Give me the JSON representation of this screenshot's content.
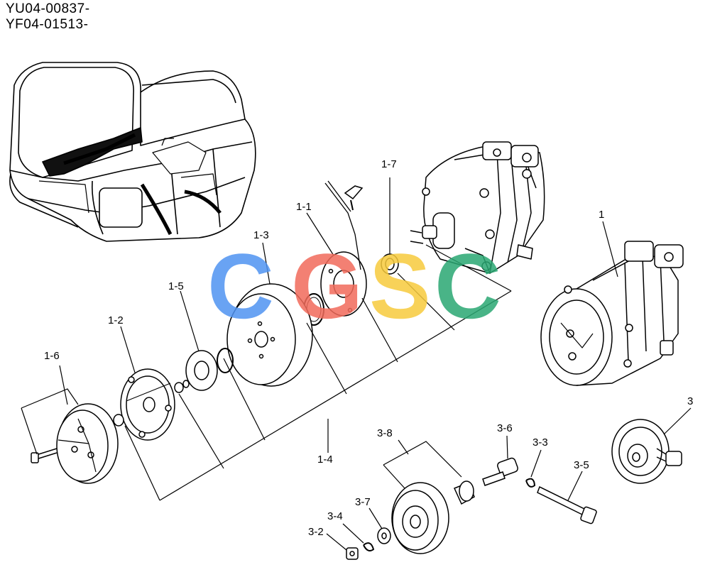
{
  "header": {
    "serials": [
      "YU04-00837-",
      "YF04-01513-"
    ]
  },
  "watermark": {
    "text": "CGSC",
    "letters": [
      {
        "char": "C",
        "color": "#4f93f2"
      },
      {
        "char": "G",
        "color": "#f26b5b"
      },
      {
        "char": "S",
        "color": "#f7cb3d"
      },
      {
        "char": "C",
        "color": "#2aa873"
      }
    ]
  },
  "callouts": {
    "p1": "1",
    "p1_1": "1-1",
    "p1_2": "1-2",
    "p1_3": "1-3",
    "p1_4": "1-4",
    "p1_5": "1-5",
    "p1_6": "1-6",
    "p1_7": "1-7",
    "p3": "3",
    "p3_2": "3-2",
    "p3_3": "3-3",
    "p3_4": "3-4",
    "p3_5": "3-5",
    "p3_6": "3-6",
    "p3_7": "3-7",
    "p3_8": "3-8"
  }
}
